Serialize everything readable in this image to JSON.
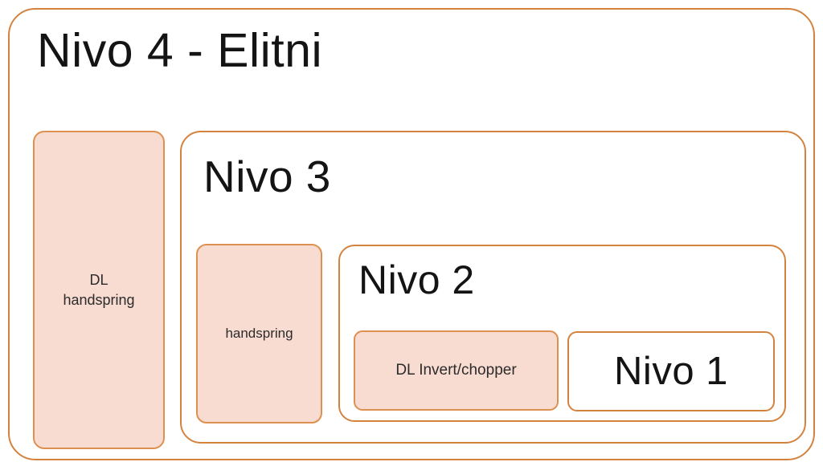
{
  "diagram": {
    "type": "nested-hierarchy",
    "colors": {
      "border": "#d4833f",
      "leaf_border": "#dd9050",
      "leaf_fill": "#f9dcd1",
      "container_fill": "#ffffff",
      "text": "#141414",
      "leaf_text": "#2b2b2b",
      "background": "#ffffff"
    },
    "levels": [
      {
        "id": "level-4",
        "title": "Nivo 4 - Elitni",
        "leaf": {
          "id": "leaf-dl-handspring",
          "label": "DL\nhandspring"
        }
      },
      {
        "id": "level-3",
        "title": "Nivo 3",
        "leaf": {
          "id": "leaf-handspring",
          "label": "handspring"
        }
      },
      {
        "id": "level-2",
        "title": "Nivo 2",
        "leaf": {
          "id": "leaf-dl-invert-chopper",
          "label": "DL Invert/chopper"
        }
      },
      {
        "id": "level-1",
        "title": "Nivo 1",
        "leaf": null
      }
    ]
  }
}
